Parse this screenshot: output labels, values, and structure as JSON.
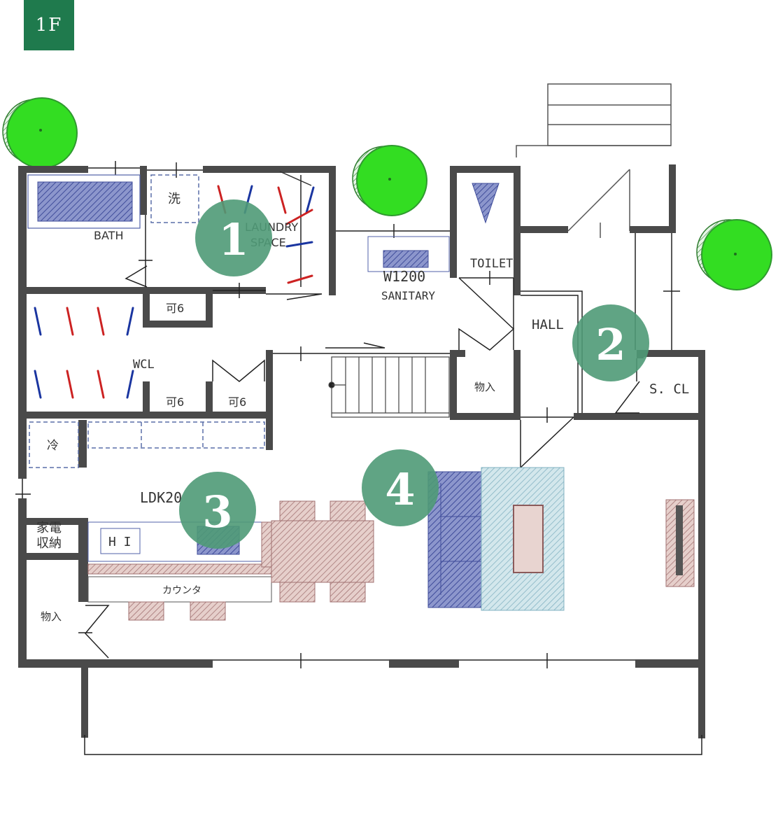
{
  "floor_label": "1F",
  "rooms": {
    "bath": "BATH",
    "laundry": [
      "LAUNDRY",
      "SPACE"
    ],
    "washer": "洗",
    "sanitary_w": "W1200",
    "sanitary": "SANITARY",
    "toilet": "TOILET",
    "hall": "HALL",
    "closet": "S. CL",
    "storage_small_1": "可6",
    "storage_small_2": "可6",
    "storage_small_3": "可6",
    "wcl": "WCL",
    "storage_hall": "物入",
    "fridge": "冷",
    "ldk": "LDK20",
    "appliance": [
      "家電",
      "収納"
    ],
    "hi": "H I",
    "counter": "カウンタ",
    "storage_kitchen": "物入"
  },
  "markers": [
    "1",
    "2",
    "3",
    "4"
  ],
  "colors": {
    "wall": "#4a4a4a",
    "marker": "#4f9a77",
    "tree": "#33dd22",
    "badge": "#1f7a4d",
    "fixture_blue": "#5060a8",
    "furniture_brown": "#a87a78",
    "rug_teal": "#7fb0c0"
  }
}
